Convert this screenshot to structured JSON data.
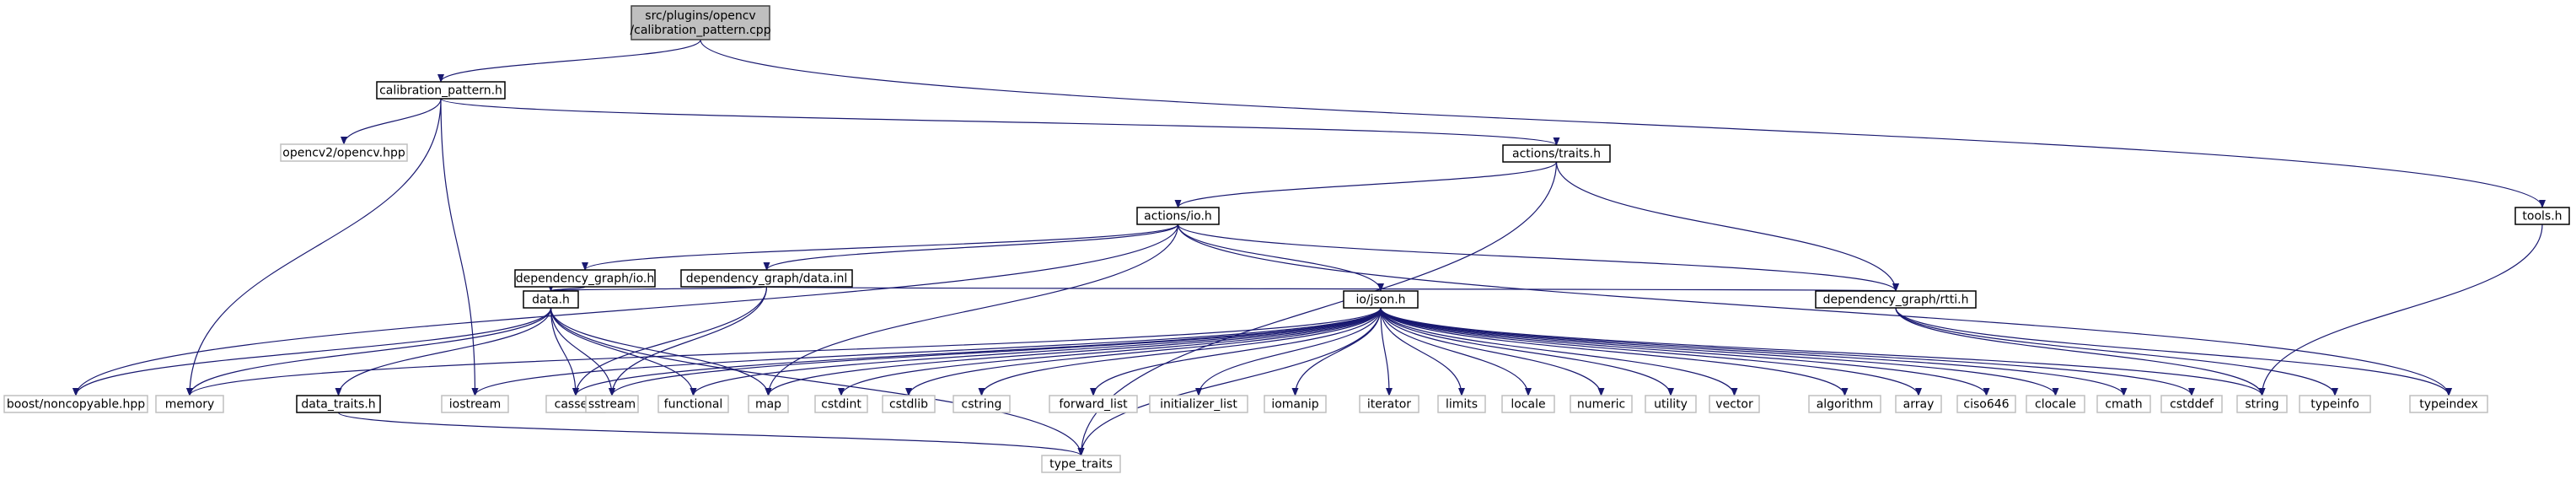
{
  "diagram": {
    "colors": {
      "edge": "#191970",
      "root_fill": "#bfbfbf",
      "root_stroke": "#404040",
      "local_stroke": "#000000",
      "external_stroke": "#bfbfbf",
      "fill": "#ffffff"
    },
    "nodes": [
      {
        "id": "root",
        "lines": [
          "src/plugins/opencv",
          "/calibration_pattern.cpp"
        ],
        "kind": "root"
      },
      {
        "id": "calib",
        "lines": [
          "calibration_pattern.h"
        ],
        "kind": "local"
      },
      {
        "id": "opencv",
        "lines": [
          "opencv2/opencv.hpp"
        ],
        "kind": "external"
      },
      {
        "id": "traits",
        "lines": [
          "actions/traits.h"
        ],
        "kind": "local"
      },
      {
        "id": "tools",
        "lines": [
          "tools.h"
        ],
        "kind": "local"
      },
      {
        "id": "io",
        "lines": [
          "actions/io.h"
        ],
        "kind": "local"
      },
      {
        "id": "dgio",
        "lines": [
          "dependency_graph/io.h"
        ],
        "kind": "local"
      },
      {
        "id": "dgdata",
        "lines": [
          "dependency_graph/data.inl"
        ],
        "kind": "local"
      },
      {
        "id": "datah",
        "lines": [
          "data.h"
        ],
        "kind": "local"
      },
      {
        "id": "json",
        "lines": [
          "io/json.h"
        ],
        "kind": "local"
      },
      {
        "id": "rtti",
        "lines": [
          "dependency_graph/rtti.h"
        ],
        "kind": "local"
      },
      {
        "id": "boost",
        "lines": [
          "boost/noncopyable.hpp"
        ],
        "kind": "external"
      },
      {
        "id": "memory",
        "lines": [
          "memory"
        ],
        "kind": "external"
      },
      {
        "id": "dtraits",
        "lines": [
          "data_traits.h"
        ],
        "kind": "local"
      },
      {
        "id": "iostream",
        "lines": [
          "iostream"
        ],
        "kind": "external"
      },
      {
        "id": "cassert",
        "lines": [
          "cassert"
        ],
        "kind": "external"
      },
      {
        "id": "sstream",
        "lines": [
          "sstream"
        ],
        "kind": "external"
      },
      {
        "id": "functional",
        "lines": [
          "functional"
        ],
        "kind": "external"
      },
      {
        "id": "map",
        "lines": [
          "map"
        ],
        "kind": "external"
      },
      {
        "id": "cstdint",
        "lines": [
          "cstdint"
        ],
        "kind": "external"
      },
      {
        "id": "cstdlib",
        "lines": [
          "cstdlib"
        ],
        "kind": "external"
      },
      {
        "id": "cstring",
        "lines": [
          "cstring"
        ],
        "kind": "external"
      },
      {
        "id": "fwdlist",
        "lines": [
          "forward_list"
        ],
        "kind": "external"
      },
      {
        "id": "initlist",
        "lines": [
          "initializer_list"
        ],
        "kind": "external"
      },
      {
        "id": "iomanip",
        "lines": [
          "iomanip"
        ],
        "kind": "external"
      },
      {
        "id": "iterator",
        "lines": [
          "iterator"
        ],
        "kind": "external"
      },
      {
        "id": "limits",
        "lines": [
          "limits"
        ],
        "kind": "external"
      },
      {
        "id": "locale",
        "lines": [
          "locale"
        ],
        "kind": "external"
      },
      {
        "id": "numeric",
        "lines": [
          "numeric"
        ],
        "kind": "external"
      },
      {
        "id": "utility",
        "lines": [
          "utility"
        ],
        "kind": "external"
      },
      {
        "id": "vector",
        "lines": [
          "vector"
        ],
        "kind": "external"
      },
      {
        "id": "algorithm",
        "lines": [
          "algorithm"
        ],
        "kind": "external"
      },
      {
        "id": "array",
        "lines": [
          "array"
        ],
        "kind": "external"
      },
      {
        "id": "ciso646",
        "lines": [
          "ciso646"
        ],
        "kind": "external"
      },
      {
        "id": "clocale",
        "lines": [
          "clocale"
        ],
        "kind": "external"
      },
      {
        "id": "cmath",
        "lines": [
          "cmath"
        ],
        "kind": "external"
      },
      {
        "id": "cstddef",
        "lines": [
          "cstddef"
        ],
        "kind": "external"
      },
      {
        "id": "string",
        "lines": [
          "string"
        ],
        "kind": "external"
      },
      {
        "id": "typeinfo",
        "lines": [
          "typeinfo"
        ],
        "kind": "external"
      },
      {
        "id": "typeindex",
        "lines": [
          "typeindex"
        ],
        "kind": "external"
      },
      {
        "id": "typetraits",
        "lines": [
          "type_traits"
        ],
        "kind": "external"
      }
    ],
    "edges": [
      [
        "root",
        "calib"
      ],
      [
        "root",
        "tools"
      ],
      [
        "calib",
        "opencv"
      ],
      [
        "calib",
        "memory"
      ],
      [
        "calib",
        "iostream"
      ],
      [
        "calib",
        "traits"
      ],
      [
        "traits",
        "io"
      ],
      [
        "traits",
        "rtti"
      ],
      [
        "traits",
        "typetraits"
      ],
      [
        "tools",
        "string"
      ],
      [
        "io",
        "dgio"
      ],
      [
        "io",
        "dgdata"
      ],
      [
        "io",
        "boost"
      ],
      [
        "io",
        "json"
      ],
      [
        "io",
        "map"
      ],
      [
        "io",
        "rtti"
      ],
      [
        "io",
        "typeindex"
      ],
      [
        "dgio",
        "datah"
      ],
      [
        "dgdata",
        "datah"
      ],
      [
        "dgdata",
        "cassert"
      ],
      [
        "dgdata",
        "sstream"
      ],
      [
        "dgdata",
        "rtti"
      ],
      [
        "datah",
        "boost"
      ],
      [
        "datah",
        "memory"
      ],
      [
        "datah",
        "dtraits"
      ],
      [
        "datah",
        "cassert"
      ],
      [
        "datah",
        "sstream"
      ],
      [
        "datah",
        "functional"
      ],
      [
        "datah",
        "map"
      ],
      [
        "datah",
        "typetraits"
      ],
      [
        "dtraits",
        "typetraits"
      ],
      [
        "json",
        "memory"
      ],
      [
        "json",
        "iostream"
      ],
      [
        "json",
        "cassert"
      ],
      [
        "json",
        "sstream"
      ],
      [
        "json",
        "functional"
      ],
      [
        "json",
        "map"
      ],
      [
        "json",
        "cstdint"
      ],
      [
        "json",
        "cstdlib"
      ],
      [
        "json",
        "cstring"
      ],
      [
        "json",
        "fwdlist"
      ],
      [
        "json",
        "initlist"
      ],
      [
        "json",
        "iomanip"
      ],
      [
        "json",
        "iterator"
      ],
      [
        "json",
        "limits"
      ],
      [
        "json",
        "locale"
      ],
      [
        "json",
        "numeric"
      ],
      [
        "json",
        "utility"
      ],
      [
        "json",
        "vector"
      ],
      [
        "json",
        "algorithm"
      ],
      [
        "json",
        "array"
      ],
      [
        "json",
        "ciso646"
      ],
      [
        "json",
        "clocale"
      ],
      [
        "json",
        "cmath"
      ],
      [
        "json",
        "cstddef"
      ],
      [
        "json",
        "string"
      ],
      [
        "json",
        "typetraits"
      ],
      [
        "rtti",
        "string"
      ],
      [
        "rtti",
        "typeinfo"
      ],
      [
        "rtti",
        "typeindex"
      ]
    ]
  }
}
